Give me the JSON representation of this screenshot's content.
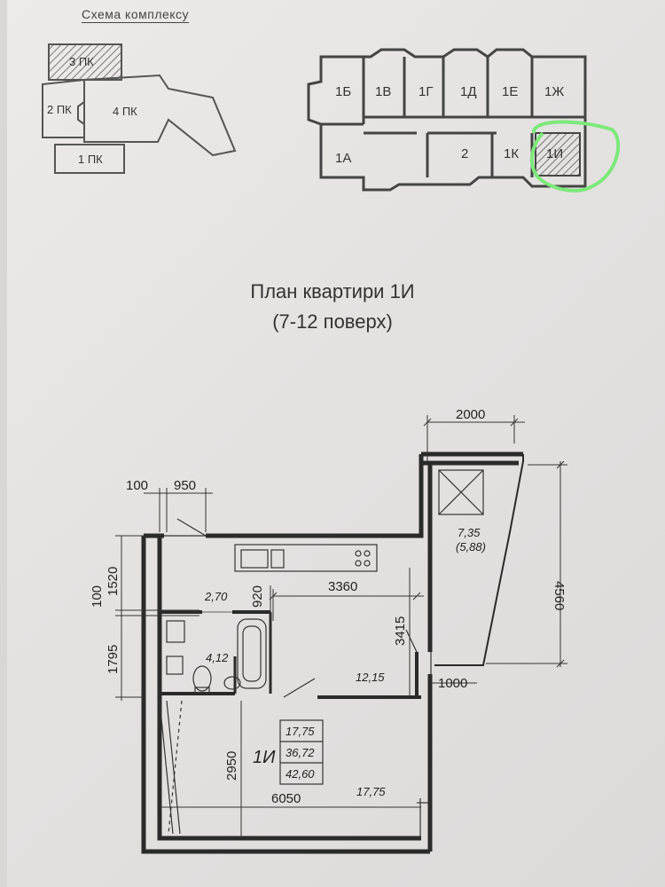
{
  "schema": {
    "title": "Схема комплексу",
    "sections": [
      "3 ПК",
      "2 ПК",
      "4 ПК",
      "1 ПК"
    ]
  },
  "floor_key": {
    "units": [
      "1Б",
      "1В",
      "1Г",
      "1Д",
      "1Е",
      "1Ж",
      "1А",
      "2",
      "1К",
      "1И"
    ],
    "highlighted": "1И",
    "highlight_color": "#7de87a"
  },
  "plan": {
    "title": "План квартири 1И",
    "subtitle": "(7-12 поверх)",
    "apartment_label": "1И",
    "dimensions": {
      "d2000": "2000",
      "d100a": "100",
      "d950": "950",
      "d4560": "4560",
      "d1520": "1520",
      "d100b": "100",
      "d920": "920",
      "d3360": "3360",
      "d3415": "3415",
      "d1795": "1795",
      "d1000": "1000",
      "d2950": "2950",
      "d6050": "6050"
    },
    "areas": {
      "balcony": "7,35",
      "balcony_reduced": "(5,88)",
      "wc": "2,70",
      "bath": "4,12",
      "kitchen": "12,15",
      "room": "17,75"
    },
    "totals": [
      "17,75",
      "36,72",
      "42,60"
    ]
  }
}
